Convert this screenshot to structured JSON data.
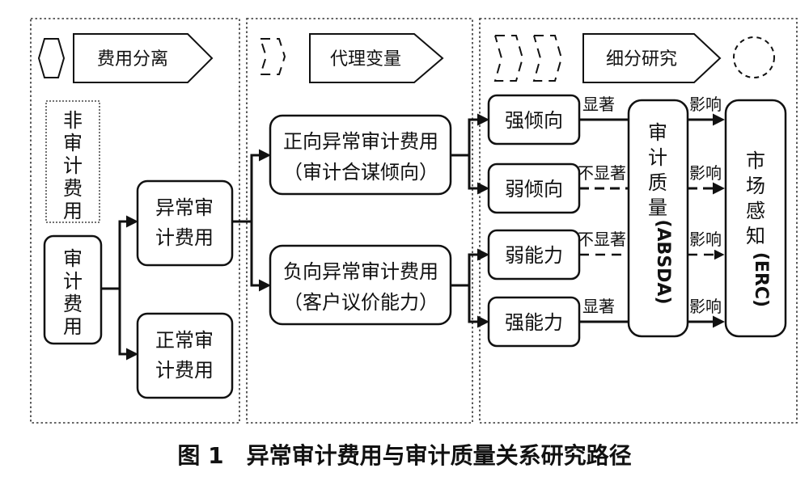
{
  "stages": [
    "费用分离",
    "代理变量",
    "细分研究"
  ],
  "cost": {
    "non_audit": [
      "非",
      "审",
      "计",
      "费",
      "用"
    ],
    "audit": [
      "审",
      "计",
      "费",
      "用"
    ],
    "abnormal": [
      "异常审",
      "计费用"
    ],
    "normal": [
      "正常审",
      "计费用"
    ]
  },
  "proxies": {
    "positive": [
      "正向异常审计费用",
      "（审计合谋倾向）"
    ],
    "negative": [
      "负向异常审计费用",
      "（客户议价能力）"
    ]
  },
  "subgroups": [
    "强倾向",
    "弱倾向",
    "弱能力",
    "强能力"
  ],
  "significance": {
    "significant": "显著",
    "not_significant": "不显著",
    "influence": "影响"
  },
  "audit_quality": [
    "审",
    "计",
    "质",
    "量",
    "(ABSDA)"
  ],
  "market": [
    "市",
    "场",
    "感",
    "知",
    "(ERC)"
  ],
  "caption": "图 1　异常审计费用与审计质量关系研究路径"
}
